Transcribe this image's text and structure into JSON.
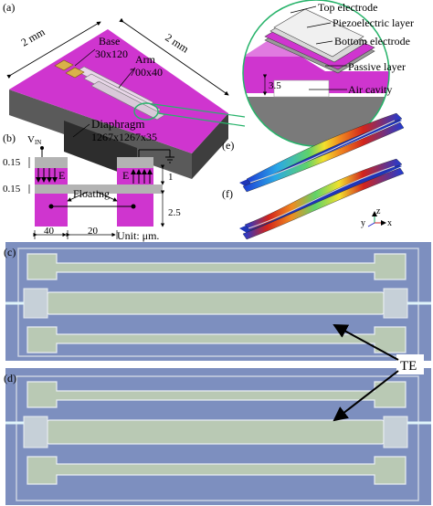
{
  "panels": {
    "a": "(a)",
    "b": "(b)",
    "c": "(c)",
    "d": "(d)",
    "e": "(e)",
    "f": "(f)"
  },
  "panel_a": {
    "width_left": "2 mm",
    "width_right": "2 mm",
    "base_label": "Base",
    "base_dims": "30x120",
    "arm_label": "Arm",
    "arm_dims": "700x40",
    "diaphragm_label": "Diaphragm",
    "diaphragm_dims": "1267x1267x35",
    "layers": [
      "Top electrode",
      "Piezoelectric layer",
      "Bottom electrode",
      "Passive layer",
      "Air cavity"
    ],
    "gap": "3.5"
  },
  "panel_b": {
    "vin_main": "V",
    "vin_sub": "IN",
    "t1": "0.15",
    "t2": "0.15",
    "field_left": "E",
    "field_right": "E",
    "floating": "Floating",
    "thickness_right": "1",
    "thickness_bottom": "2.5",
    "width_left": "40",
    "width_gap": "20",
    "unit": "Unit: μm."
  },
  "panel_f_axes": {
    "y": "y",
    "z": "z",
    "x": "x"
  },
  "te_label": "TE",
  "colors": {
    "magenta": "#cf35cf",
    "gray_block": "#555555",
    "micrograph_bg": "#7d8fbf",
    "micrograph_beam": "#b9c9b4"
  }
}
